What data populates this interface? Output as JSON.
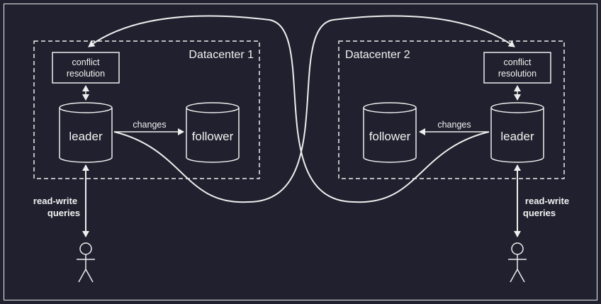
{
  "colors": {
    "background": "#20202e",
    "line": "#eeeeee",
    "text": "#f2f2f2",
    "shape_fill": "#1a1a26"
  },
  "datacenter_1": {
    "label": "Datacenter 1",
    "conflict_resolution": [
      "conflict",
      "resolution"
    ],
    "leader": "leader",
    "follower": "follower",
    "changes": "changes"
  },
  "datacenter_2": {
    "label": "Datacenter 2",
    "conflict_resolution": [
      "conflict",
      "resolution"
    ],
    "leader": "leader",
    "follower": "follower",
    "changes": "changes"
  },
  "clients": {
    "left_label": [
      "read-write",
      "queries"
    ],
    "right_label": [
      "read-write",
      "queries"
    ],
    "icons": [
      "stick-figure-icon",
      "stick-figure-icon"
    ]
  }
}
